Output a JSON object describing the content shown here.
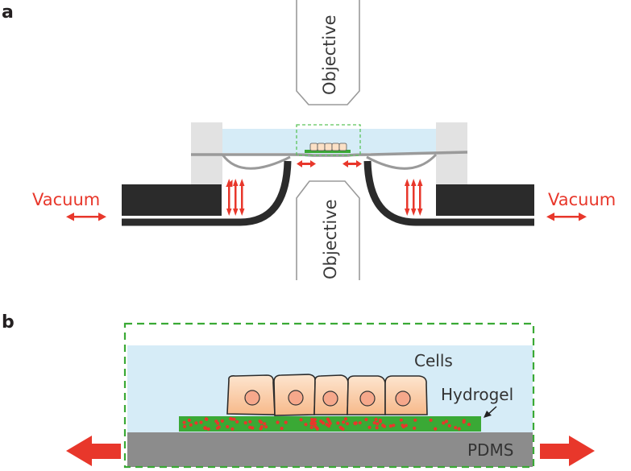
{
  "panels": {
    "a": {
      "label": "a",
      "vacuum_left": "Vacuum",
      "vacuum_right": "Vacuum",
      "objective_top": "Objective",
      "objective_bottom": "Objective"
    },
    "b": {
      "label": "b",
      "cells": "Cells",
      "hydrogel": "Hydrogel",
      "pdms": "PDMS"
    }
  },
  "colors": {
    "red": "#e8372b",
    "green": "#3aa935",
    "medium": "#d6ecf7",
    "pdms": "#8c8c8c",
    "cell_fill": "#fbd8b8",
    "dark": "#2b2b2b"
  }
}
